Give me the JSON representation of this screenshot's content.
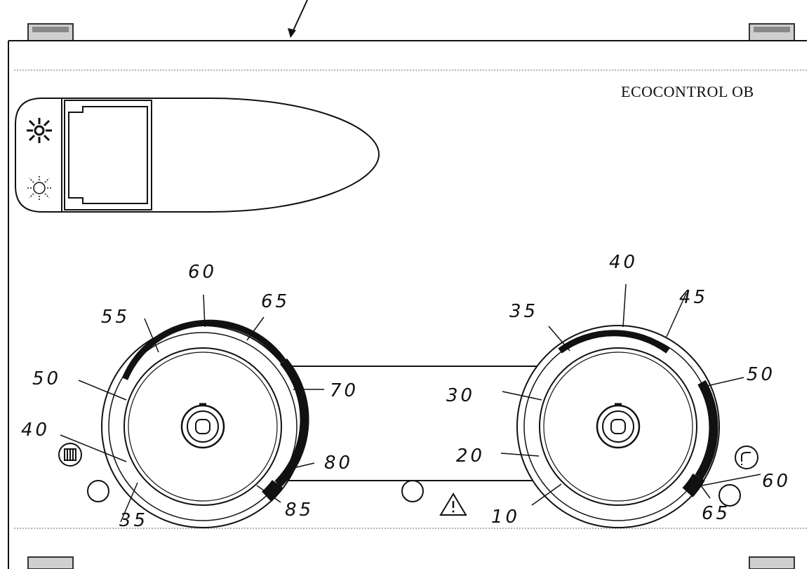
{
  "panel": {
    "brand_label": "ECOCONTROL OB"
  },
  "display": {
    "brightness_high_icon": "sun-bright-icon",
    "brightness_low_icon": "sun-dim-icon"
  },
  "left_dial": {
    "scale_labels": [
      "35",
      "40",
      "50",
      "55",
      "60",
      "65",
      "70",
      "80",
      "85"
    ],
    "mode_icon": "radiator-icon"
  },
  "right_dial": {
    "scale_labels": [
      "10",
      "20",
      "30",
      "35",
      "40",
      "45",
      "50",
      "60",
      "65"
    ],
    "mode_icon": "hot-water-tap-icon"
  },
  "indicators": {
    "warning_icon": "warning-triangle-icon"
  }
}
